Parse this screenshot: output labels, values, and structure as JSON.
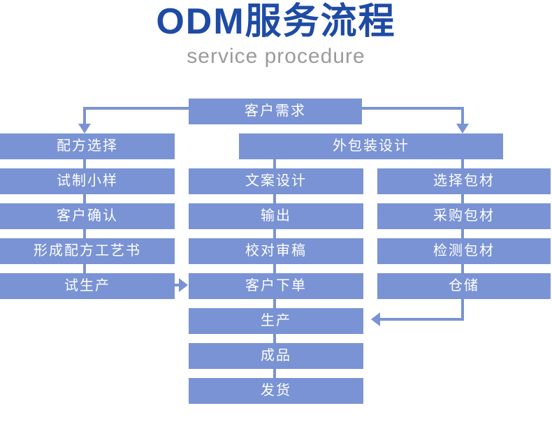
{
  "header": {
    "title": "ODM服务流程",
    "subtitle": "service procedure"
  },
  "colors": {
    "title_blue": "#1e4ba4",
    "subtitle_gray": "#9b9b9b",
    "box_fill": "#7a93d4",
    "box_text": "#ffffff",
    "connector": "#7a93d4"
  },
  "flow": {
    "start": {
      "label": "客户需求"
    },
    "formula_column": [
      {
        "label": "配方选择"
      },
      {
        "label": "试制小样"
      },
      {
        "label": "客户确认"
      },
      {
        "label": "形成配方工艺书"
      },
      {
        "label": "试生产"
      }
    ],
    "packaging_design": {
      "label": "外包装设计"
    },
    "artwork_column": [
      {
        "label": "文案设计"
      },
      {
        "label": "输出"
      },
      {
        "label": "校对审稿"
      },
      {
        "label": "客户下单"
      },
      {
        "label": "生产"
      },
      {
        "label": "成品"
      },
      {
        "label": "发货"
      }
    ],
    "material_column": [
      {
        "label": "选择包材"
      },
      {
        "label": "采购包材"
      },
      {
        "label": "检测包材"
      },
      {
        "label": "仓储"
      }
    ]
  }
}
